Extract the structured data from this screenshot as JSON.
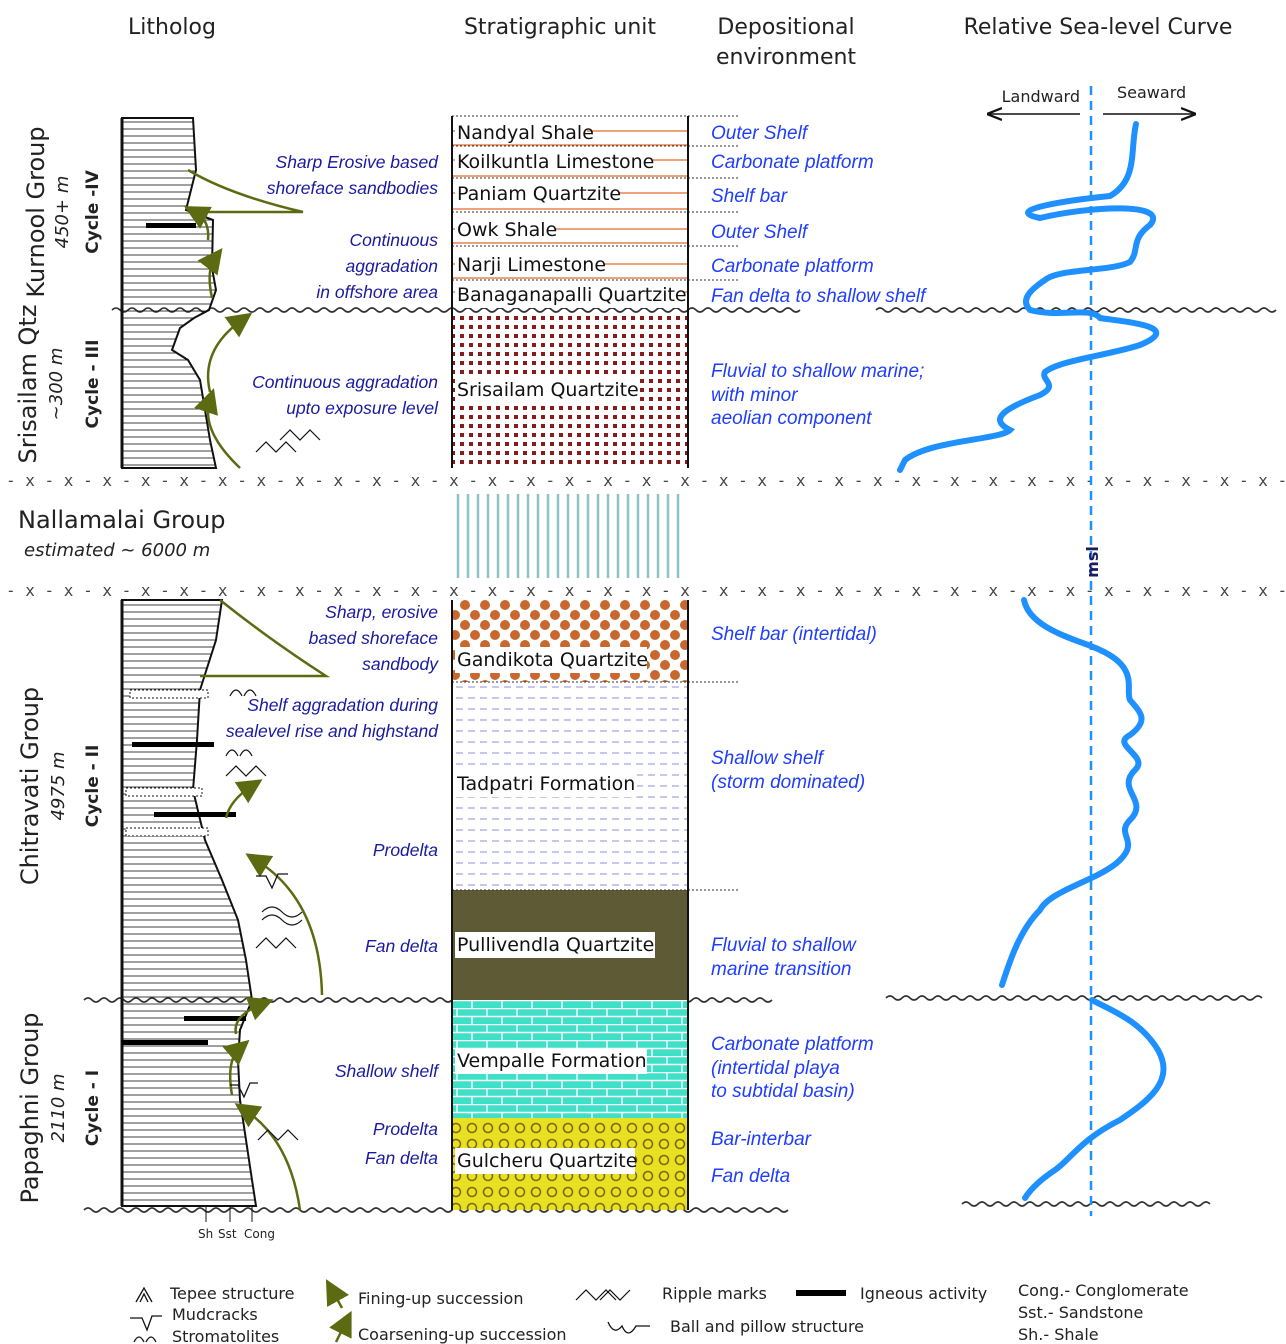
{
  "headers": {
    "litholog": "Litholog",
    "strat_unit": "Stratigraphic unit",
    "dep_env_1": "Depositional",
    "dep_env_2": "environment",
    "sea_level": "Relative Sea-level Curve"
  },
  "groups": {
    "kurnool": {
      "name": "Kurnool Group",
      "thickness": "450+ m",
      "cycle": "Cycle -IV"
    },
    "srisailam": {
      "name": "Srisailam Qtz",
      "thickness": "~300 m",
      "cycle": "Cycle - III"
    },
    "nallamalai": {
      "name": "Nallamalai Group",
      "thickness": "estimated ~ 6000 m"
    },
    "chitravati": {
      "name": "Chitravati Group",
      "thickness": "4975 m",
      "cycle": "Cycle - II"
    },
    "papaghni": {
      "name": "Papaghni Group",
      "thickness": "2110 m",
      "cycle": "Cycle - I"
    }
  },
  "units": {
    "nandyal": "Nandyal Shale",
    "koilkuntla": "Koilkuntla Limestone",
    "paniam": "Paniam Quartzite",
    "owk": "Owk Shale",
    "narji": "Narji Limestone",
    "banaganapalli": "Banaganapalli Quartzite",
    "srisailam": "Srisailam Quartzite",
    "gandikota": "Gandikota Quartzite",
    "tadpatri": "Tadpatri Formation",
    "pullivendla": "Pullivendla Quartzite",
    "vempalle": "Vempalle Formation",
    "gulcheru": "Gulcheru Quartzite"
  },
  "environments": {
    "outer_shelf_1": "Outer Shelf",
    "carb_platform_1": "Carbonate platform",
    "shelf_bar": "Shelf bar",
    "outer_shelf_2": "Outer Shelf",
    "carb_platform_2": "Carbonate platform",
    "fan_delta_shelf": "Fan delta to shallow shelf",
    "fluvial_1": "Fluvial to shallow marine;",
    "fluvial_2": "with minor",
    "fluvial_3": "aeolian component",
    "shelf_bar_intertidal": "Shelf bar (intertidal)",
    "shallow_shelf_1": "Shallow shelf",
    "shallow_shelf_2": "(storm dominated)",
    "fluvial_trans_1": "Fluvial to shallow",
    "fluvial_trans_2": "marine transition",
    "carb_plat_1": "Carbonate platform",
    "carb_plat_2": "(intertidal playa",
    "carb_plat_3": "to subtidal basin)",
    "bar_interbar": "Bar-interbar",
    "fan_delta": "Fan delta"
  },
  "processes": {
    "sharp_erosive_1": "Sharp Erosive based",
    "sharp_erosive_2": "shoreface sandbodies",
    "continuous_1": "Continuous",
    "continuous_2": "aggradation",
    "continuous_3": "in offshore area",
    "cont_aggr_1": "Continuous aggradation",
    "cont_aggr_2": "upto exposure level",
    "sharp_b_1": "Sharp, erosive",
    "sharp_b_2": "based shoreface",
    "sharp_b_3": "sandbody",
    "shelf_aggr_1": "Shelf aggradation during",
    "shelf_aggr_2": "sealevel rise and highstand",
    "prodelta_1": "Prodelta",
    "fan_delta_1": "Fan delta",
    "shallow_shelf": "Shallow shelf",
    "prodelta_2": "Prodelta",
    "fan_delta_2": "Fan delta"
  },
  "sea_level": {
    "landward": "Landward",
    "seaward": "Seaward",
    "msl": "msl"
  },
  "grain_scale": {
    "sh": "Sh",
    "sst": "Sst",
    "cong": "Cong"
  },
  "legend": {
    "tepee": "Tepee structure",
    "mudcracks": "Mudcracks",
    "stromatolites": "Stromatolites",
    "fining": "Fining-up succession",
    "coarsening": "Coarsening-up succession",
    "ripple": "Ripple marks",
    "ball_pillow": "Ball and pillow structure",
    "igneous": "Igneous activity",
    "cong": "Cong.- Conglomerate",
    "sst": "Sst.- Sandstone",
    "sh": "Sh.- Shale"
  },
  "separators": {
    "x_line": "- x - x - x - x - x - x - x - x - x - x - x - x - x - x - x - x - x - x - x - x - x - x - x - x - x - x - x - x - x - x - x - x - x - x - x - x - x - x - x - x - x - x - x - x - x - x - x - x -"
  },
  "colors": {
    "env_blue": "#1f3dff",
    "process_blue": "#1a1aa0",
    "curve_blue": "#1e90ff",
    "arrow_olive": "#5c6b12",
    "shale_orange": "#e06a2c",
    "srisailam_red": "#8b1a1a",
    "gandikota": "#c8682e",
    "pullivendla": "#5e5a35",
    "vempalle": "#3fe0c8",
    "gulcheru": "#e8e020",
    "nallamalai": "#8fc4c4"
  }
}
